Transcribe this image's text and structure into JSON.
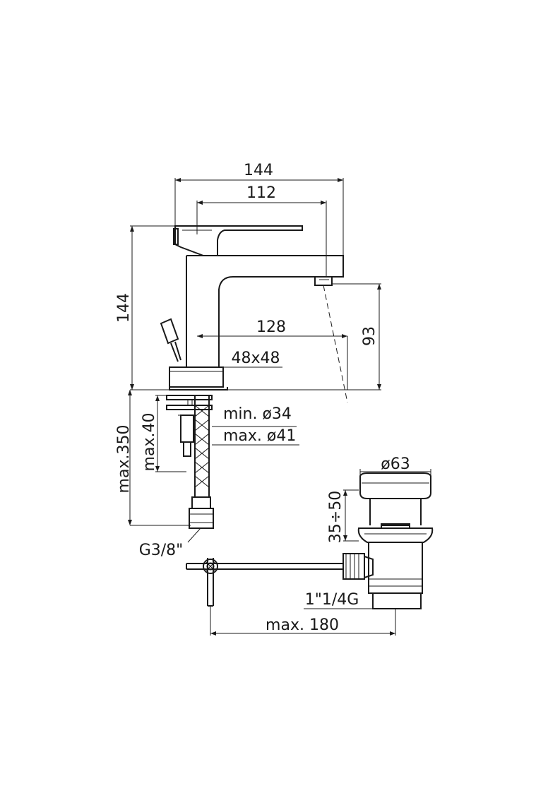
{
  "dimensions": {
    "overall_width": "144",
    "spout_reach_top": "112",
    "overall_height": "144",
    "spout_reach": "128",
    "spout_height": "93",
    "base_size": "48x48",
    "hole_min": "min. ø34",
    "hole_max": "max. ø41",
    "max_deck": "max.40",
    "max_hose": "max.350",
    "connection": "G3/8\"",
    "waste_diameter": "ø63",
    "waste_lift": "35÷50",
    "waste_thread": "1\"1/4G",
    "max_rod": "max. 180"
  },
  "colors": {
    "line": "#1a1a1a",
    "background": "#ffffff"
  }
}
